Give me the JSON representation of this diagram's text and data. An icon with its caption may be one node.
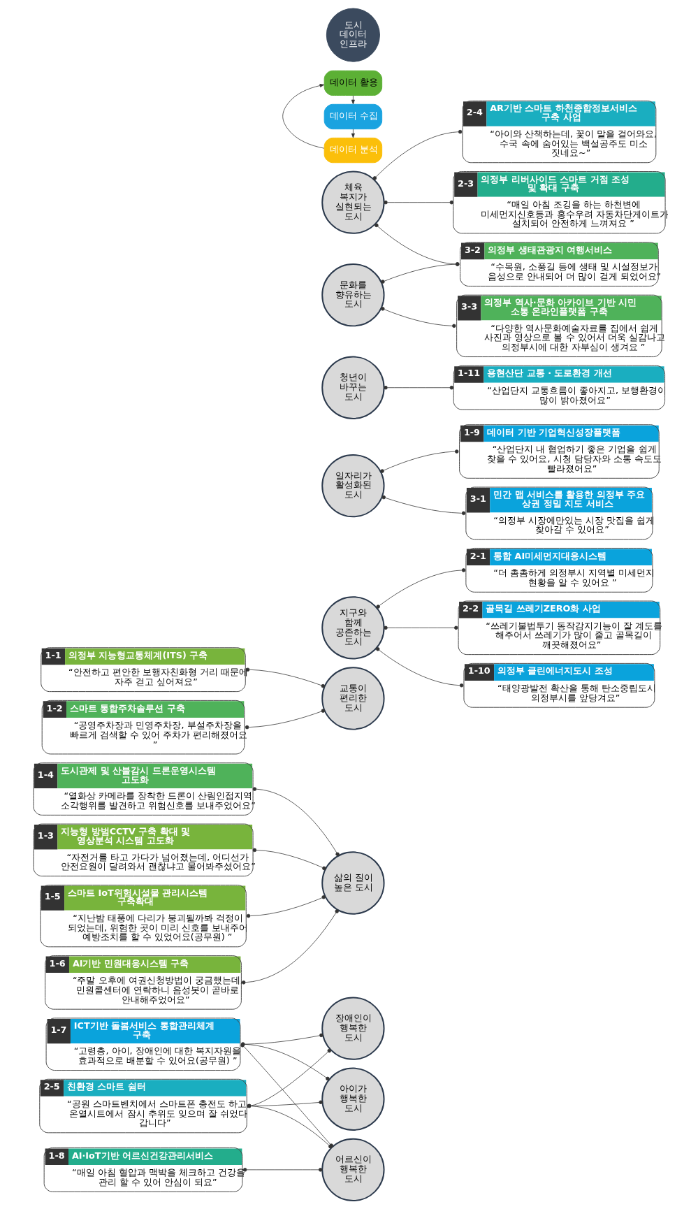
{
  "diagram": {
    "nodes": [
      {
        "text": [
          "2-5",
          "친환경 스마트 쉼터",
          "“공원 스마트벤치에서 스마트폰 충전도 하고, 온열시트에서 잠시 추위도 잊으며 잘 쉬었다 갑니다”"
        ]
      },
      {
        "text": [
          "1-8",
          "AI·IoT기반 어르신건강관리서비스",
          "“매일 아침 혈압과 맥박을 체크하고 건강을 관리 할 수 있어 안심이 되요”"
        ]
      },
      {
        "text": [
          "1-4",
          "도시관제 및 산불감시 드론운영시스템 고도화",
          "“열화상 카메라를 장착한 드론이 산림인접지역 소각행위를 발견하고 위험신호를 보내주었어요”"
        ]
      },
      {
        "text": [
          "1-3",
          "지능형 방범CCTV 구축 확대 및 영상분석 시스템 고도화",
          "“자전거를 타고 가다가 넘어졌는데, 어디선가 안전요원이 달려와서 괜찮냐고 물어봐주셨어요”"
        ]
      },
      {
        "text": [
          "1-5",
          "스마트 IoT위험시설물 관리시스템 구축확대",
          "“지난밤 태풍에 다리가 붕괴될까봐 걱정이 되었는데, 위험한 곳이 미리 신호를 보내주어 예방조치를 할 수 있었어요(공무원) ”"
        ]
      },
      {
        "text": [
          "1-6",
          "AI기반 민원대응시스템 구축",
          "“주말 오후에 여권신청방법이 궁금했는데, 민원콜센터에 연락하니 음성봇이 곧바로 안내해주었어요”"
        ]
      },
      {
        "text": [
          "1-7",
          "ICT기반 돌봄서비스 통합관리체계 구축",
          "“고령층, 아이, 장애인에 대한 복지자원을 효과적으로 배분할 수 있어요(공무원) ”"
        ]
      },
      {
        "text": [
          "1-1",
          "의정부 지능형교통체계(ITS) 구축",
          "“안전하고 편안한 보행자친화형 거리 때문에 자주 걷고 싶어져요”"
        ]
      },
      {
        "text": [
          "1-2",
          "스마트 통합주차솔루션 구축",
          "“공영주차장과 민영주차장, 부설주차장을 빠르게 검색할 수 있어 주차가 편리해졌어요 ”"
        ]
      },
      {
        "text": [
          "2-1",
          "통합 AI미세먼지대응시스템",
          "“더 촘촘하게 의정부시 지역별 미세먼지 현황을 알 수 있어요 ”"
        ]
      },
      {
        "text": [
          "2-2",
          "골목길 쓰레기ZERO화 사업",
          "“쓰레기불법투기 동작감지기능이 잘 계도를 해주어서 쓰레기가 많이 줄고 골목길이 깨끗해졌어요”"
        ]
      },
      {
        "text": [
          "1-10",
          "의정부 클린에너지도시 조성",
          "“태양광발전 확산을 통해 탄소중립도시 의정부시를 앞당겨요”"
        ]
      },
      {
        "text": [
          "1-9",
          "데이터 기반 기업혁신성장플랫폼",
          "“산업단지 내 협업하기 좋은 기업을 쉽게 찾을 수 있어요, 시청 담당자와 소통 속도도 빨라졌어요”"
        ]
      },
      {
        "text": [
          "3-1",
          "민간 맵 서비스를 활용한 의정부 주요 상권 정밀 지도 서비스",
          "“의정부 시장에만있는 시장 맛집을 쉽게 찾아갈 수 있어요”"
        ]
      },
      {
        "text": [
          "1-11",
          "용현산단 교통 · 도로환경 개선",
          "“산업단지 교통흐름이 좋아지고, 보행환경이 많이 밝아졌어요”"
        ]
      },
      {
        "text": [
          "2-4",
          "AR기반 스마트 하천종합정보서비스 구축 사업",
          "“아이와 산책하는데, 꽃이 말을 걸어와요, 수국 속에 숨어있는 백설공주도 미소 짓네요~”"
        ]
      },
      {
        "text": [
          "2-3",
          "의정부 리버사이드 스마트 거점 조성 및 확대 구축",
          "“매일 아침 조깅을 하는 하천변에 미세먼지신호등과 홍수우려 자동차단게이트가 설치되어 안전하게 느껴져요 ”"
        ]
      },
      {
        "text": [
          "3-2",
          "의정부 생태관광지 여행서비스",
          "“수목원, 소풍길 등에 생태 및 시설정보가 음성으로 안내되어 더 많이 걷게 되었어요”"
        ]
      },
      {
        "text": [
          "3-3",
          "의정부 역사·문화 아카이브 기반 시민 소통 온라인플랫폼 구축",
          "“다양한 역사문화예술자료를 집에서 쉽게 사진과 영상으로 볼 수 있어서 더욱 실감나고 의정부시에 대한 자부심이 생겨요 ”"
        ]
      },
      {
        "text": [
          "아이가 행복한 도시"
        ]
      },
      {
        "text": [
          "장애인이 행복한 도시"
        ]
      },
      {
        "text": [
          "어르신이 행복한 도시"
        ]
      },
      {
        "text": [
          "삶의 질이 높은 도시"
        ]
      },
      {
        "text": [
          "교통이 편리한 도시"
        ]
      },
      {
        "text": [
          "문화를 향유하는 도시"
        ]
      },
      {
        "text": [
          "체육 복지가 실현되는 도시"
        ]
      },
      {
        "text": [
          "청년이 바꾸는 도시"
        ]
      },
      {
        "text": [
          "일자리가 활성화된 도시"
        ]
      },
      {
        "text": [
          "지구와 함께 공존하는 도시"
        ]
      },
      {
        "text": [
          "데이터 수집"
        ]
      },
      {
        "text": [
          "데이터 분석"
        ]
      },
      {
        "text": [
          "데이터 활용"
        ]
      },
      {
        "text": [
          "도시 데이터 인프라"
        ]
      }
    ],
    "edges": [
      {
        "from": 0,
        "to": 19,
        "arrow": "other"
      },
      {
        "from": 0,
        "to": 20,
        "arrow": "other"
      },
      {
        "from": 0,
        "to": 21,
        "arrow": "other"
      },
      {
        "from": 6,
        "to": 19,
        "arrow": "other"
      },
      {
        "from": 6,
        "to": 20,
        "arrow": "other"
      },
      {
        "from": 6,
        "to": 21,
        "arrow": "other"
      },
      {
        "from": 1,
        "to": 21,
        "arrow": "other"
      },
      {
        "from": 2,
        "to": 22,
        "arrow": "other"
      },
      {
        "from": 3,
        "to": 22,
        "arrow": "other"
      },
      {
        "from": 4,
        "to": 22,
        "arrow": "other"
      },
      {
        "from": 5,
        "to": 22,
        "arrow": "other"
      },
      {
        "from": 7,
        "to": 23,
        "arrow": "other"
      },
      {
        "from": 8,
        "to": 23,
        "arrow": "other"
      },
      {
        "from": 17,
        "to": 24,
        "arrow": "other"
      },
      {
        "from": 18,
        "to": 24,
        "arrow": "other"
      },
      {
        "from": 17,
        "to": 25,
        "arrow": "other"
      },
      {
        "from": 15,
        "to": 25,
        "arrow": "other"
      },
      {
        "from": 16,
        "to": 25,
        "arrow": "other"
      },
      {
        "from": 14,
        "to": 26,
        "arrow": "other"
      },
      {
        "from": 12,
        "to": 27,
        "arrow": "other"
      },
      {
        "from": 13,
        "to": 27,
        "arrow": "other"
      },
      {
        "from": 9,
        "to": 28,
        "arrow": "other"
      },
      {
        "from": 10,
        "to": 28,
        "arrow": "other"
      },
      {
        "from": 11,
        "to": 28,
        "arrow": "other"
      },
      {
        "from": 29,
        "to": 30,
        "arrow": "to"
      },
      {
        "from": 30,
        "to": 31,
        "arrow": "to"
      },
      {
        "from": 31,
        "to": 29,
        "arrow": "to"
      }
    ]
  }
}
